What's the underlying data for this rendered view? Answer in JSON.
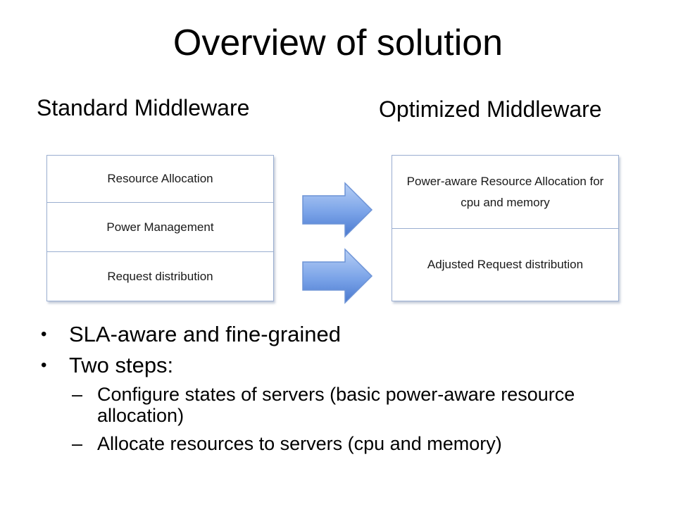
{
  "title": "Overview of solution",
  "left": {
    "heading": "Standard Middleware",
    "layers": [
      "Resource Allocation",
      "Power Management",
      "Request distribution"
    ]
  },
  "right": {
    "heading": "Optimized Middleware",
    "layers": [
      "Power-aware Resource Allocation for cpu and memory",
      "Adjusted Request distribution"
    ]
  },
  "colors": {
    "box_border": "#9aaed0",
    "arrow_light": "#a9c4f0",
    "arrow_dark": "#4d7fd6"
  },
  "bullets": [
    {
      "text": "SLA-aware and fine-grained"
    },
    {
      "text": "Two steps:",
      "sub": [
        "Configure states of servers (basic power-aware resource allocation)",
        "Allocate resources to servers (cpu and memory)"
      ]
    }
  ],
  "glyphs": {
    "bullet": "•",
    "dash": "–"
  }
}
